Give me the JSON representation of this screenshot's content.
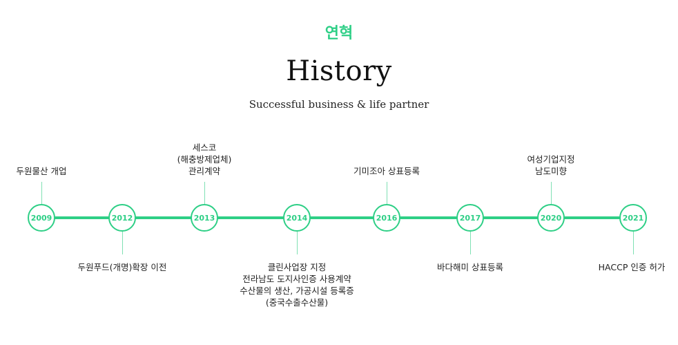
{
  "header": {
    "title_ko": "연혁",
    "title_en": "History",
    "tagline": "Successful business & life partner"
  },
  "colors": {
    "accent": "#2ecf86",
    "stem": "#7fe0b3",
    "text": "#222222"
  },
  "timeline": [
    {
      "year": "2009",
      "lines": [
        "두원물산 개업"
      ]
    },
    {
      "year": "2012",
      "lines": [
        "두원푸드(개명)확장 이전"
      ]
    },
    {
      "year": "2013",
      "lines": [
        "세스코",
        "(해충방제업체)",
        "관리계약"
      ]
    },
    {
      "year": "2014",
      "lines": [
        "클린사업장 지정",
        "전라남도 도지사인증 사용계약",
        "수산물의 생산, 가공시설 등록증",
        "(중국수출수산물)"
      ]
    },
    {
      "year": "2016",
      "lines": [
        "기미조아 상표등록"
      ]
    },
    {
      "year": "2017",
      "lines": [
        "바다해미 상표등록"
      ]
    },
    {
      "year": "2020",
      "lines": [
        "여성기업지정",
        "남도미향"
      ]
    },
    {
      "year": "2021",
      "lines": [
        "HACCP 인증 허가"
      ]
    }
  ]
}
